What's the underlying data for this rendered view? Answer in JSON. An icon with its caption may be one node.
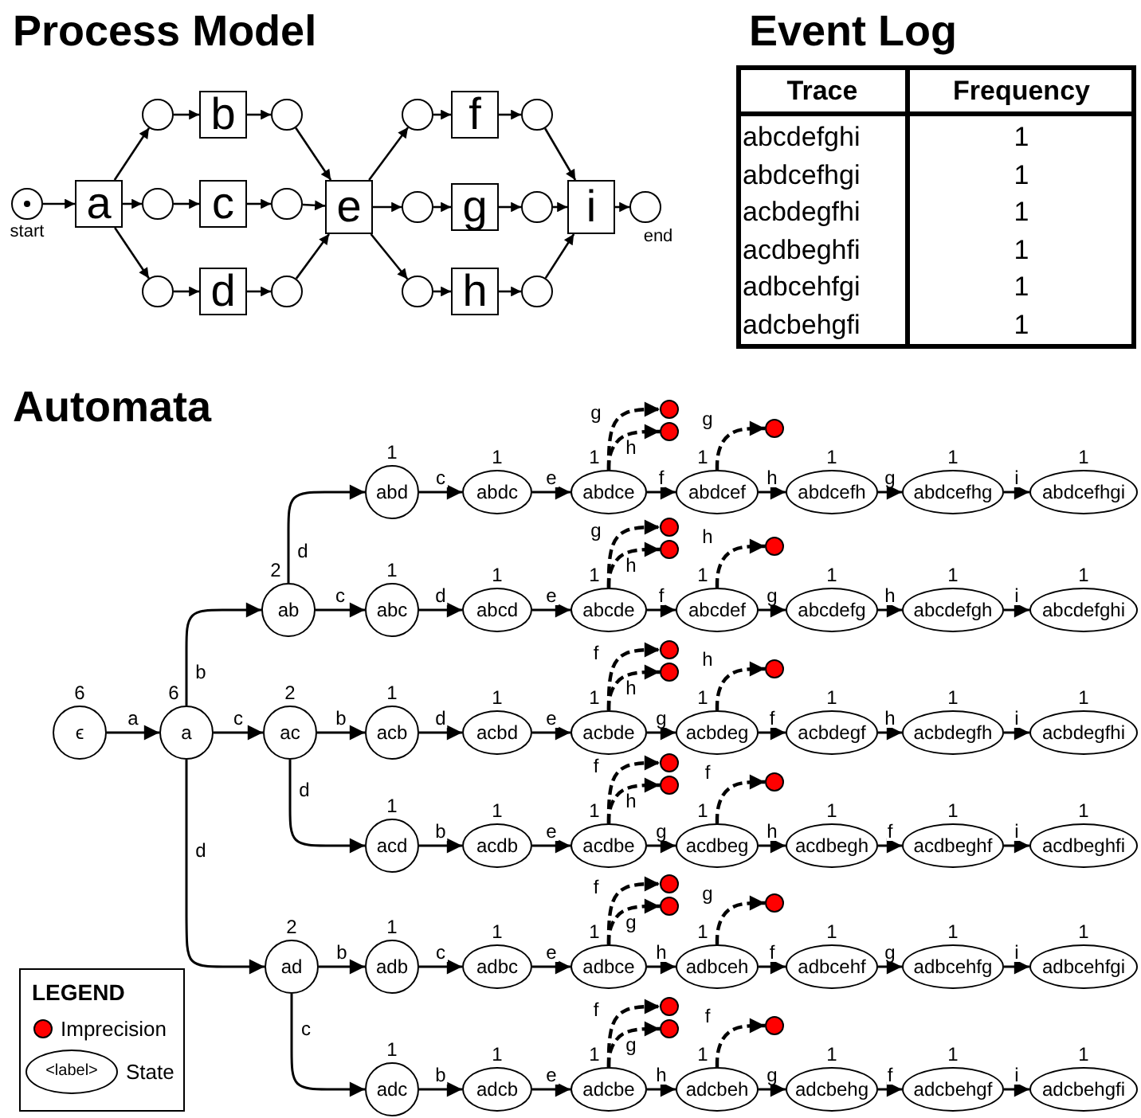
{
  "diagram": {
    "nodes": [
      {
        "text": [],
        "shape": "circle",
        "beside": [
          "start"
        ]
      },
      {
        "text": [
          "a"
        ]
      },
      {
        "text": [],
        "shape": "circle"
      },
      {
        "text": [
          "b"
        ]
      },
      {
        "text": [],
        "shape": "circle"
      },
      {
        "text": [],
        "shape": "circle"
      },
      {
        "text": [
          "c"
        ]
      },
      {
        "text": [],
        "shape": "circle"
      },
      {
        "text": [],
        "shape": "circle"
      },
      {
        "text": [
          "d"
        ]
      },
      {
        "text": [],
        "shape": "circle"
      },
      {
        "text": [
          "e"
        ]
      },
      {
        "text": [],
        "shape": "circle"
      },
      {
        "text": [
          "f"
        ]
      },
      {
        "text": [],
        "shape": "circle"
      },
      {
        "text": [],
        "shape": "circle"
      },
      {
        "text": [
          "g"
        ]
      },
      {
        "text": [],
        "shape": "circle"
      },
      {
        "text": [],
        "shape": "circle"
      },
      {
        "text": [
          "h"
        ]
      },
      {
        "text": [],
        "shape": "circle"
      },
      {
        "text": [
          "i"
        ]
      },
      {
        "text": [],
        "shape": "circle",
        "beside": [
          "end"
        ]
      },
      {
        "text": [
          "ϵ"
        ],
        "beside": [
          "6"
        ]
      },
      {
        "text": [
          "a"
        ],
        "beside": [
          "6"
        ]
      },
      {
        "text": [
          "ab"
        ],
        "beside": [
          "2"
        ]
      },
      {
        "text": [
          "ac"
        ],
        "beside": [
          "2"
        ]
      },
      {
        "text": [
          "ad"
        ],
        "beside": [
          "2"
        ]
      },
      {
        "text": [
          "abd"
        ],
        "beside": [
          "1"
        ]
      },
      {
        "text": [
          "abdc"
        ],
        "beside": [
          "1"
        ]
      },
      {
        "text": [
          "abdce"
        ],
        "beside": [
          "1"
        ]
      },
      {
        "text": [
          "abdcef"
        ],
        "beside": [
          "1"
        ]
      },
      {
        "text": [
          "abdcefh"
        ],
        "beside": [
          "1"
        ]
      },
      {
        "text": [
          "abdcefhg"
        ],
        "beside": [
          "1"
        ]
      },
      {
        "text": [
          "abdcefhgi"
        ],
        "beside": [
          "1"
        ]
      },
      {
        "text": [],
        "shape": "circle"
      },
      {
        "text": [],
        "shape": "circle"
      },
      {
        "text": [],
        "shape": "circle"
      },
      {
        "text": [
          "abc"
        ],
        "beside": [
          "1"
        ]
      },
      {
        "text": [
          "abcd"
        ],
        "beside": [
          "1"
        ]
      },
      {
        "text": [
          "abcde"
        ],
        "beside": [
          "1"
        ]
      },
      {
        "text": [
          "abcdef"
        ],
        "beside": [
          "1"
        ]
      },
      {
        "text": [
          "abcdefg"
        ],
        "beside": [
          "1"
        ]
      },
      {
        "text": [
          "abcdefgh"
        ],
        "beside": [
          "1"
        ]
      },
      {
        "text": [
          "abcdefghi"
        ],
        "beside": [
          "1"
        ]
      },
      {
        "text": [],
        "shape": "circle"
      },
      {
        "text": [],
        "shape": "circle"
      },
      {
        "text": [],
        "shape": "circle"
      },
      {
        "text": [
          "acb"
        ],
        "beside": [
          "1"
        ]
      },
      {
        "text": [
          "acbd"
        ],
        "beside": [
          "1"
        ]
      },
      {
        "text": [
          "acbde"
        ],
        "beside": [
          "1"
        ]
      },
      {
        "text": [
          "acbdeg"
        ],
        "beside": [
          "1"
        ]
      },
      {
        "text": [
          "acbdegf"
        ],
        "beside": [
          "1"
        ]
      },
      {
        "text": [
          "acbdegfh"
        ],
        "beside": [
          "1"
        ]
      },
      {
        "text": [
          "acbdegfhi"
        ],
        "beside": [
          "1"
        ]
      },
      {
        "text": [],
        "shape": "circle"
      },
      {
        "text": [],
        "shape": "circle"
      },
      {
        "text": [],
        "shape": "circle"
      },
      {
        "text": [
          "acd"
        ],
        "beside": [
          "1"
        ]
      },
      {
        "text": [
          "acdb"
        ],
        "beside": [
          "1"
        ]
      },
      {
        "text": [
          "acdbe"
        ],
        "beside": [
          "1"
        ]
      },
      {
        "text": [
          "acdbeg"
        ],
        "beside": [
          "1"
        ]
      },
      {
        "text": [
          "acdbegh"
        ],
        "beside": [
          "1"
        ]
      },
      {
        "text": [
          "acdbeghf"
        ],
        "beside": [
          "1"
        ]
      },
      {
        "text": [
          "acdbeghfi"
        ],
        "beside": [
          "1"
        ]
      },
      {
        "text": [],
        "shape": "circle"
      },
      {
        "text": [],
        "shape": "circle"
      },
      {
        "text": [],
        "shape": "circle"
      },
      {
        "text": [
          "adb"
        ],
        "beside": [
          "1"
        ]
      },
      {
        "text": [
          "adbc"
        ],
        "beside": [
          "1"
        ]
      },
      {
        "text": [
          "adbce"
        ],
        "beside": [
          "1"
        ]
      },
      {
        "text": [
          "adbceh"
        ],
        "beside": [
          "1"
        ]
      },
      {
        "text": [
          "adbcehf"
        ],
        "beside": [
          "1"
        ]
      },
      {
        "text": [
          "adbcehfg"
        ],
        "beside": [
          "1"
        ]
      },
      {
        "text": [
          "adbcehfgi"
        ],
        "beside": [
          "1"
        ]
      },
      {
        "text": [],
        "shape": "circle"
      },
      {
        "text": [],
        "shape": "circle"
      },
      {
        "text": [],
        "shape": "circle"
      },
      {
        "text": [
          "adc"
        ],
        "beside": [
          "1"
        ]
      },
      {
        "text": [
          "adcb"
        ],
        "beside": [
          "1"
        ]
      },
      {
        "text": [
          "adcbe"
        ],
        "beside": [
          "1"
        ]
      },
      {
        "text": [
          "adcbeh"
        ],
        "beside": [
          "1"
        ]
      },
      {
        "text": [
          "adcbehg"
        ],
        "beside": [
          "1"
        ]
      },
      {
        "text": [
          "adcbehgf"
        ],
        "beside": [
          "1"
        ]
      },
      {
        "text": [
          "adcbehgfi"
        ],
        "beside": [
          "1"
        ]
      },
      {
        "text": [],
        "shape": "circle"
      },
      {
        "text": [],
        "shape": "circle"
      },
      {
        "text": [],
        "shape": "circle"
      }
    ],
    "edges": [
      {
        "from": 0,
        "to": 1,
        "arrow": "to"
      },
      {
        "from": 1,
        "to": 2,
        "arrow": "to"
      },
      {
        "from": 1,
        "to": 5,
        "arrow": "to"
      },
      {
        "from": 1,
        "to": 8,
        "arrow": "to"
      },
      {
        "from": 2,
        "to": 3,
        "arrow": "to"
      },
      {
        "from": 3,
        "to": 4,
        "arrow": "to"
      },
      {
        "from": 5,
        "to": 6,
        "arrow": "to"
      },
      {
        "from": 6,
        "to": 7,
        "arrow": "to"
      },
      {
        "from": 8,
        "to": 9,
        "arrow": "to"
      },
      {
        "from": 9,
        "to": 10,
        "arrow": "to"
      },
      {
        "from": 4,
        "to": 11,
        "arrow": "to"
      },
      {
        "from": 7,
        "to": 11,
        "arrow": "to"
      },
      {
        "from": 10,
        "to": 11,
        "arrow": "to"
      },
      {
        "from": 11,
        "to": 12,
        "arrow": "to"
      },
      {
        "from": 11,
        "to": 15,
        "arrow": "to"
      },
      {
        "from": 11,
        "to": 18,
        "arrow": "to"
      },
      {
        "from": 12,
        "to": 13,
        "arrow": "to"
      },
      {
        "from": 13,
        "to": 14,
        "arrow": "to"
      },
      {
        "from": 15,
        "to": 16,
        "arrow": "to"
      },
      {
        "from": 16,
        "to": 17,
        "arrow": "to"
      },
      {
        "from": 18,
        "to": 19,
        "arrow": "to"
      },
      {
        "from": 19,
        "to": 20,
        "arrow": "to"
      },
      {
        "from": 14,
        "to": 21,
        "arrow": "to"
      },
      {
        "from": 17,
        "to": 21,
        "arrow": "to"
      },
      {
        "from": 20,
        "to": 21,
        "arrow": "to"
      },
      {
        "from": 21,
        "to": 22,
        "arrow": "to"
      },
      {
        "from": 23,
        "to": 24,
        "arrow": "to",
        "label": "a"
      },
      {
        "from": 24,
        "to": 25,
        "arrow": "to",
        "label": "b"
      },
      {
        "from": 24,
        "to": 26,
        "arrow": "to",
        "label": "c"
      },
      {
        "from": 24,
        "to": 27,
        "arrow": "to",
        "label": "d"
      },
      {
        "from": 25,
        "to": 28,
        "arrow": "to",
        "label": "d"
      },
      {
        "from": 25,
        "to": 38,
        "arrow": "to",
        "label": "c"
      },
      {
        "from": 26,
        "to": 48,
        "arrow": "to",
        "label": "b"
      },
      {
        "from": 26,
        "to": 58,
        "arrow": "to",
        "label": "d"
      },
      {
        "from": 27,
        "to": 68,
        "arrow": "to",
        "label": "b"
      },
      {
        "from": 27,
        "to": 78,
        "arrow": "to",
        "label": "c"
      },
      {
        "from": 28,
        "to": 29,
        "arrow": "to",
        "label": "c"
      },
      {
        "from": 29,
        "to": 30,
        "arrow": "to",
        "label": "e"
      },
      {
        "from": 30,
        "to": 31,
        "arrow": "to",
        "label": "f"
      },
      {
        "from": 31,
        "to": 32,
        "arrow": "to",
        "label": "h"
      },
      {
        "from": 32,
        "to": 33,
        "arrow": "to",
        "label": "g"
      },
      {
        "from": 33,
        "to": 34,
        "arrow": "to",
        "label": "i"
      },
      {
        "from": 30,
        "to": 35,
        "arrow": "to",
        "label": "g",
        "style": "dashed"
      },
      {
        "from": 30,
        "to": 36,
        "arrow": "to",
        "label": "h",
        "style": "dashed"
      },
      {
        "from": 31,
        "to": 37,
        "arrow": "to",
        "label": "g",
        "style": "dashed"
      },
      {
        "from": 38,
        "to": 39,
        "arrow": "to",
        "label": "d"
      },
      {
        "from": 39,
        "to": 40,
        "arrow": "to",
        "label": "e"
      },
      {
        "from": 40,
        "to": 41,
        "arrow": "to",
        "label": "f"
      },
      {
        "from": 41,
        "to": 42,
        "arrow": "to",
        "label": "g"
      },
      {
        "from": 42,
        "to": 43,
        "arrow": "to",
        "label": "h"
      },
      {
        "from": 43,
        "to": 44,
        "arrow": "to",
        "label": "i"
      },
      {
        "from": 40,
        "to": 45,
        "arrow": "to",
        "label": "g",
        "style": "dashed"
      },
      {
        "from": 40,
        "to": 46,
        "arrow": "to",
        "label": "h",
        "style": "dashed"
      },
      {
        "from": 41,
        "to": 47,
        "arrow": "to",
        "label": "h",
        "style": "dashed"
      },
      {
        "from": 48,
        "to": 49,
        "arrow": "to",
        "label": "d"
      },
      {
        "from": 49,
        "to": 50,
        "arrow": "to",
        "label": "e"
      },
      {
        "from": 50,
        "to": 51,
        "arrow": "to",
        "label": "g"
      },
      {
        "from": 51,
        "to": 52,
        "arrow": "to",
        "label": "f"
      },
      {
        "from": 52,
        "to": 53,
        "arrow": "to",
        "label": "h"
      },
      {
        "from": 53,
        "to": 54,
        "arrow": "to",
        "label": "i"
      },
      {
        "from": 50,
        "to": 55,
        "arrow": "to",
        "label": "f",
        "style": "dashed"
      },
      {
        "from": 50,
        "to": 56,
        "arrow": "to",
        "label": "h",
        "style": "dashed"
      },
      {
        "from": 51,
        "to": 57,
        "arrow": "to",
        "label": "h",
        "style": "dashed"
      },
      {
        "from": 58,
        "to": 59,
        "arrow": "to",
        "label": "b"
      },
      {
        "from": 59,
        "to": 60,
        "arrow": "to",
        "label": "e"
      },
      {
        "from": 60,
        "to": 61,
        "arrow": "to",
        "label": "g"
      },
      {
        "from": 61,
        "to": 62,
        "arrow": "to",
        "label": "h"
      },
      {
        "from": 62,
        "to": 63,
        "arrow": "to",
        "label": "f"
      },
      {
        "from": 63,
        "to": 64,
        "arrow": "to",
        "label": "i"
      },
      {
        "from": 60,
        "to": 65,
        "arrow": "to",
        "label": "f",
        "style": "dashed"
      },
      {
        "from": 60,
        "to": 66,
        "arrow": "to",
        "label": "h",
        "style": "dashed"
      },
      {
        "from": 61,
        "to": 67,
        "arrow": "to",
        "label": "f",
        "style": "dashed"
      },
      {
        "from": 68,
        "to": 69,
        "arrow": "to",
        "label": "c"
      },
      {
        "from": 69,
        "to": 70,
        "arrow": "to",
        "label": "e"
      },
      {
        "from": 70,
        "to": 71,
        "arrow": "to",
        "label": "h"
      },
      {
        "from": 71,
        "to": 72,
        "arrow": "to",
        "label": "f"
      },
      {
        "from": 72,
        "to": 73,
        "arrow": "to",
        "label": "g"
      },
      {
        "from": 73,
        "to": 74,
        "arrow": "to",
        "label": "i"
      },
      {
        "from": 70,
        "to": 75,
        "arrow": "to",
        "label": "f",
        "style": "dashed"
      },
      {
        "from": 70,
        "to": 76,
        "arrow": "to",
        "label": "g",
        "style": "dashed"
      },
      {
        "from": 71,
        "to": 77,
        "arrow": "to",
        "label": "g",
        "style": "dashed"
      },
      {
        "from": 78,
        "to": 79,
        "arrow": "to",
        "label": "b"
      },
      {
        "from": 79,
        "to": 80,
        "arrow": "to",
        "label": "e"
      },
      {
        "from": 80,
        "to": 81,
        "arrow": "to",
        "label": "h"
      },
      {
        "from": 81,
        "to": 82,
        "arrow": "to",
        "label": "g"
      },
      {
        "from": 82,
        "to": 83,
        "arrow": "to",
        "label": "f"
      },
      {
        "from": 83,
        "to": 84,
        "arrow": "to",
        "label": "i"
      },
      {
        "from": 80,
        "to": 85,
        "arrow": "to",
        "label": "f",
        "style": "dashed"
      },
      {
        "from": 80,
        "to": 86,
        "arrow": "to",
        "label": "g",
        "style": "dashed"
      },
      {
        "from": 81,
        "to": 87,
        "arrow": "to",
        "label": "f",
        "style": "dashed"
      }
    ],
    "labels": [
      "Process Model",
      "Event Log",
      "Trace",
      "Frequency",
      "abcdefghi",
      "1",
      "abdcefhgi",
      "1",
      "acbdegfhi",
      "1",
      "acdbeghfi",
      "1",
      "adbcehfgi",
      "1",
      "adcbehgfi",
      "1",
      "Automata",
      "LEGEND",
      "<label>"
    ],
    "legend": [
      {
        "text": "Imprecision",
        "color": "#ff0000"
      },
      {
        "text": "State"
      }
    ]
  }
}
